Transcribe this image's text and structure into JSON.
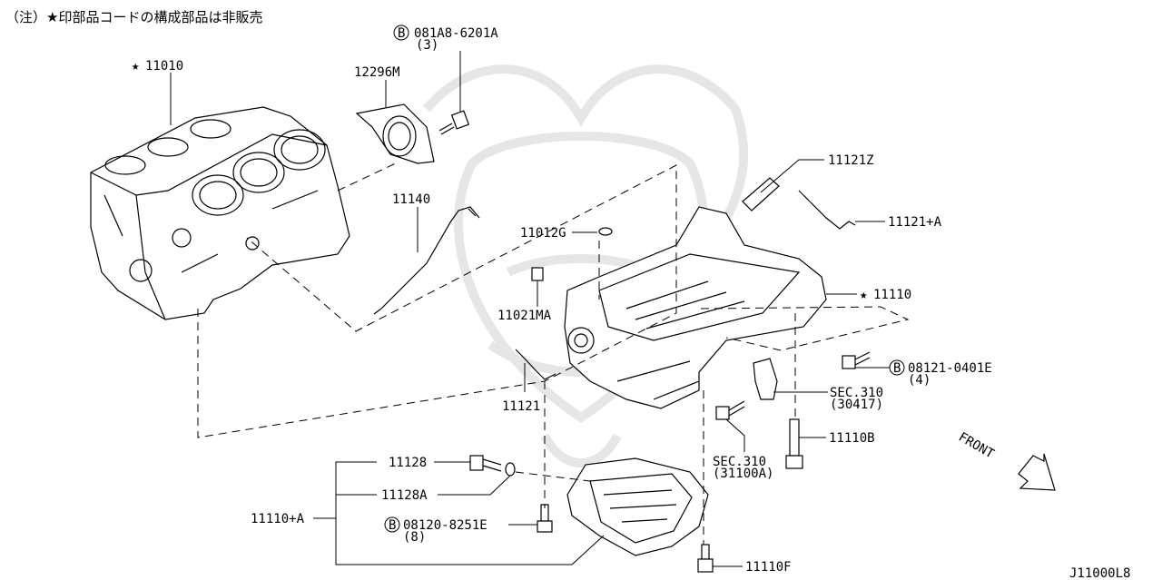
{
  "note": "（注）★印部品コードの構成部品は非販売",
  "diagram_code": "J11000L8",
  "front_label": "FRONT",
  "star": "★",
  "circle_b": "B",
  "labels": {
    "p11010": "11010",
    "p081a8": "081A8-6201A",
    "p081a8_qty": "(3)",
    "p12296m": "12296M",
    "p11140": "11140",
    "p11012g": "11012G",
    "p11021ma": "11021MA",
    "p11121z": "11121Z",
    "p11121a": "11121+A",
    "p11110": "11110",
    "p08121": "08121-0401E",
    "p08121_qty": "(4)",
    "sec310a": "SEC.310",
    "sec310a_ref": "(30417)",
    "p11121": "11121",
    "p11110b": "11110B",
    "sec310b": "SEC.310",
    "sec310b_ref": "(31100A)",
    "p11128": "11128",
    "p11128a": "11128A",
    "p11110a": "11110+A",
    "p08120": "08120-8251E",
    "p08120_qty": "(8)",
    "p11110f": "11110F"
  }
}
